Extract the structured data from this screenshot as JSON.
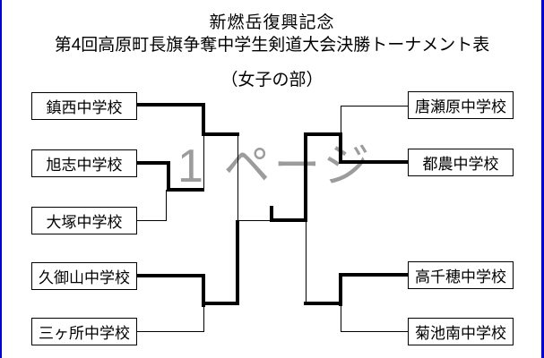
{
  "header": {
    "title_line1": "新燃岳復興記念",
    "title_line2": "第4回高原町長旗争奪中学生剣道大会決勝トーナメント表",
    "division": "（女子の部）"
  },
  "watermark": {
    "text": "1 ページ",
    "color": "#9C9C9C"
  },
  "colors": {
    "bracket_line": "#000000",
    "winner_line": "#000000",
    "side_border": "#0000CC",
    "background": "#FFFFFF"
  },
  "bracket": {
    "left_teams": [
      "鎮西中学校",
      "旭志中学校",
      "大塚中学校",
      "久御山中学校",
      "三ヶ所中学校"
    ],
    "right_teams": [
      "唐瀬原中学校",
      "都農中学校",
      "高千穂中学校",
      "菊池南中学校"
    ],
    "winner_paths_thick_lines": {
      "left_round1_winner": "旭志中学校",
      "left_quarter_top_winner": "鎮西中学校",
      "left_quarter_bottom_winner": "久御山中学校",
      "left_semifinal_winner": "久御山中学校",
      "right_quarter_top_winner": "都農中学校",
      "right_quarter_bottom_winner": "高千穂中学校",
      "right_semifinal_winner": "都農中学校",
      "champion": "都農中学校"
    }
  }
}
